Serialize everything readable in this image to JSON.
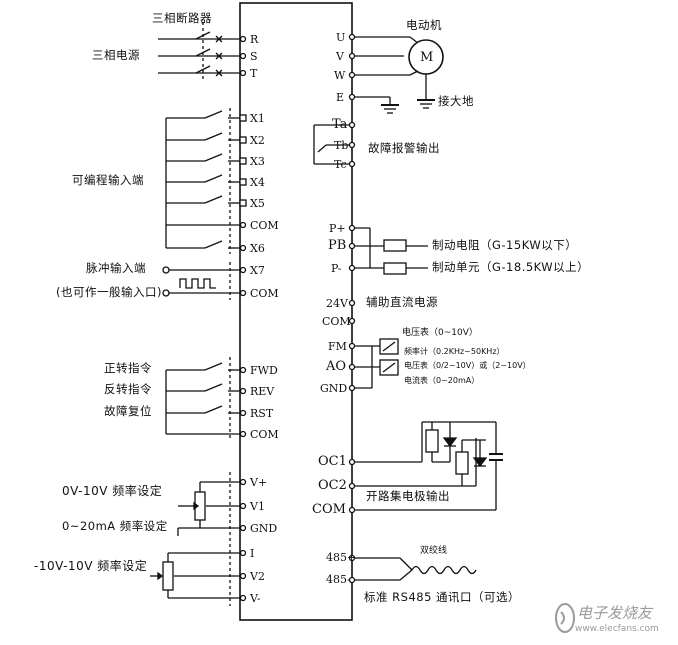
{
  "labels": {
    "breaker": "三相断路器",
    "three_phase_power": "三相电源",
    "motor": "电动机",
    "ground": "接大地",
    "fault_alarm": "故障报警输出",
    "programmable_inputs": "可编程输入端",
    "pulse_input": "脉冲输入端",
    "pulse_input_note": "(也可作一般输入口)",
    "brake_resistor": "制动电阻（G-15KW以下）",
    "brake_unit": "制动单元（G-18.5KW以上）",
    "aux_dc": "辅助直流电源",
    "voltmeter": "电压表（0~10V）",
    "freq_meter": "频率计（0.2KHz~50KHz）",
    "voltmeter2": "电压表（0/2~10V）或（2~10V）",
    "ammeter": "电流表（0~20mA）",
    "forward": "正转指令",
    "reverse": "反转指令",
    "fault_reset": "故障复位",
    "open_collector": "开路集电极输出",
    "freq_set_v": "0V-10V 频率设定",
    "freq_set_ma": "0~20mA 频率设定",
    "freq_set_bipolar": "-10V-10V 频率设定",
    "twisted_pair": "双绞线",
    "rs485": "标准 RS485 通讯口（可选）"
  },
  "terminals": {
    "left": [
      "R",
      "S",
      "T",
      "X1",
      "X2",
      "X3",
      "X4",
      "X5",
      "COM",
      "X6",
      "X7",
      "COM",
      "FWD",
      "REV",
      "RST",
      "COM",
      "V+",
      "V1",
      "GND",
      "I",
      "V2",
      "V-"
    ],
    "right": [
      "U",
      "V",
      "W",
      "E",
      "Ta",
      "Tb",
      "Tc",
      "P+",
      "PB",
      "P-",
      "24V",
      "COM",
      "FM",
      "AO",
      "GND",
      "OC1",
      "OC2",
      "COM",
      "485+",
      "485-"
    ]
  },
  "motor_symbol": "M",
  "watermark": {
    "text": "电子发烧友",
    "url": "www.elecfans.com"
  }
}
